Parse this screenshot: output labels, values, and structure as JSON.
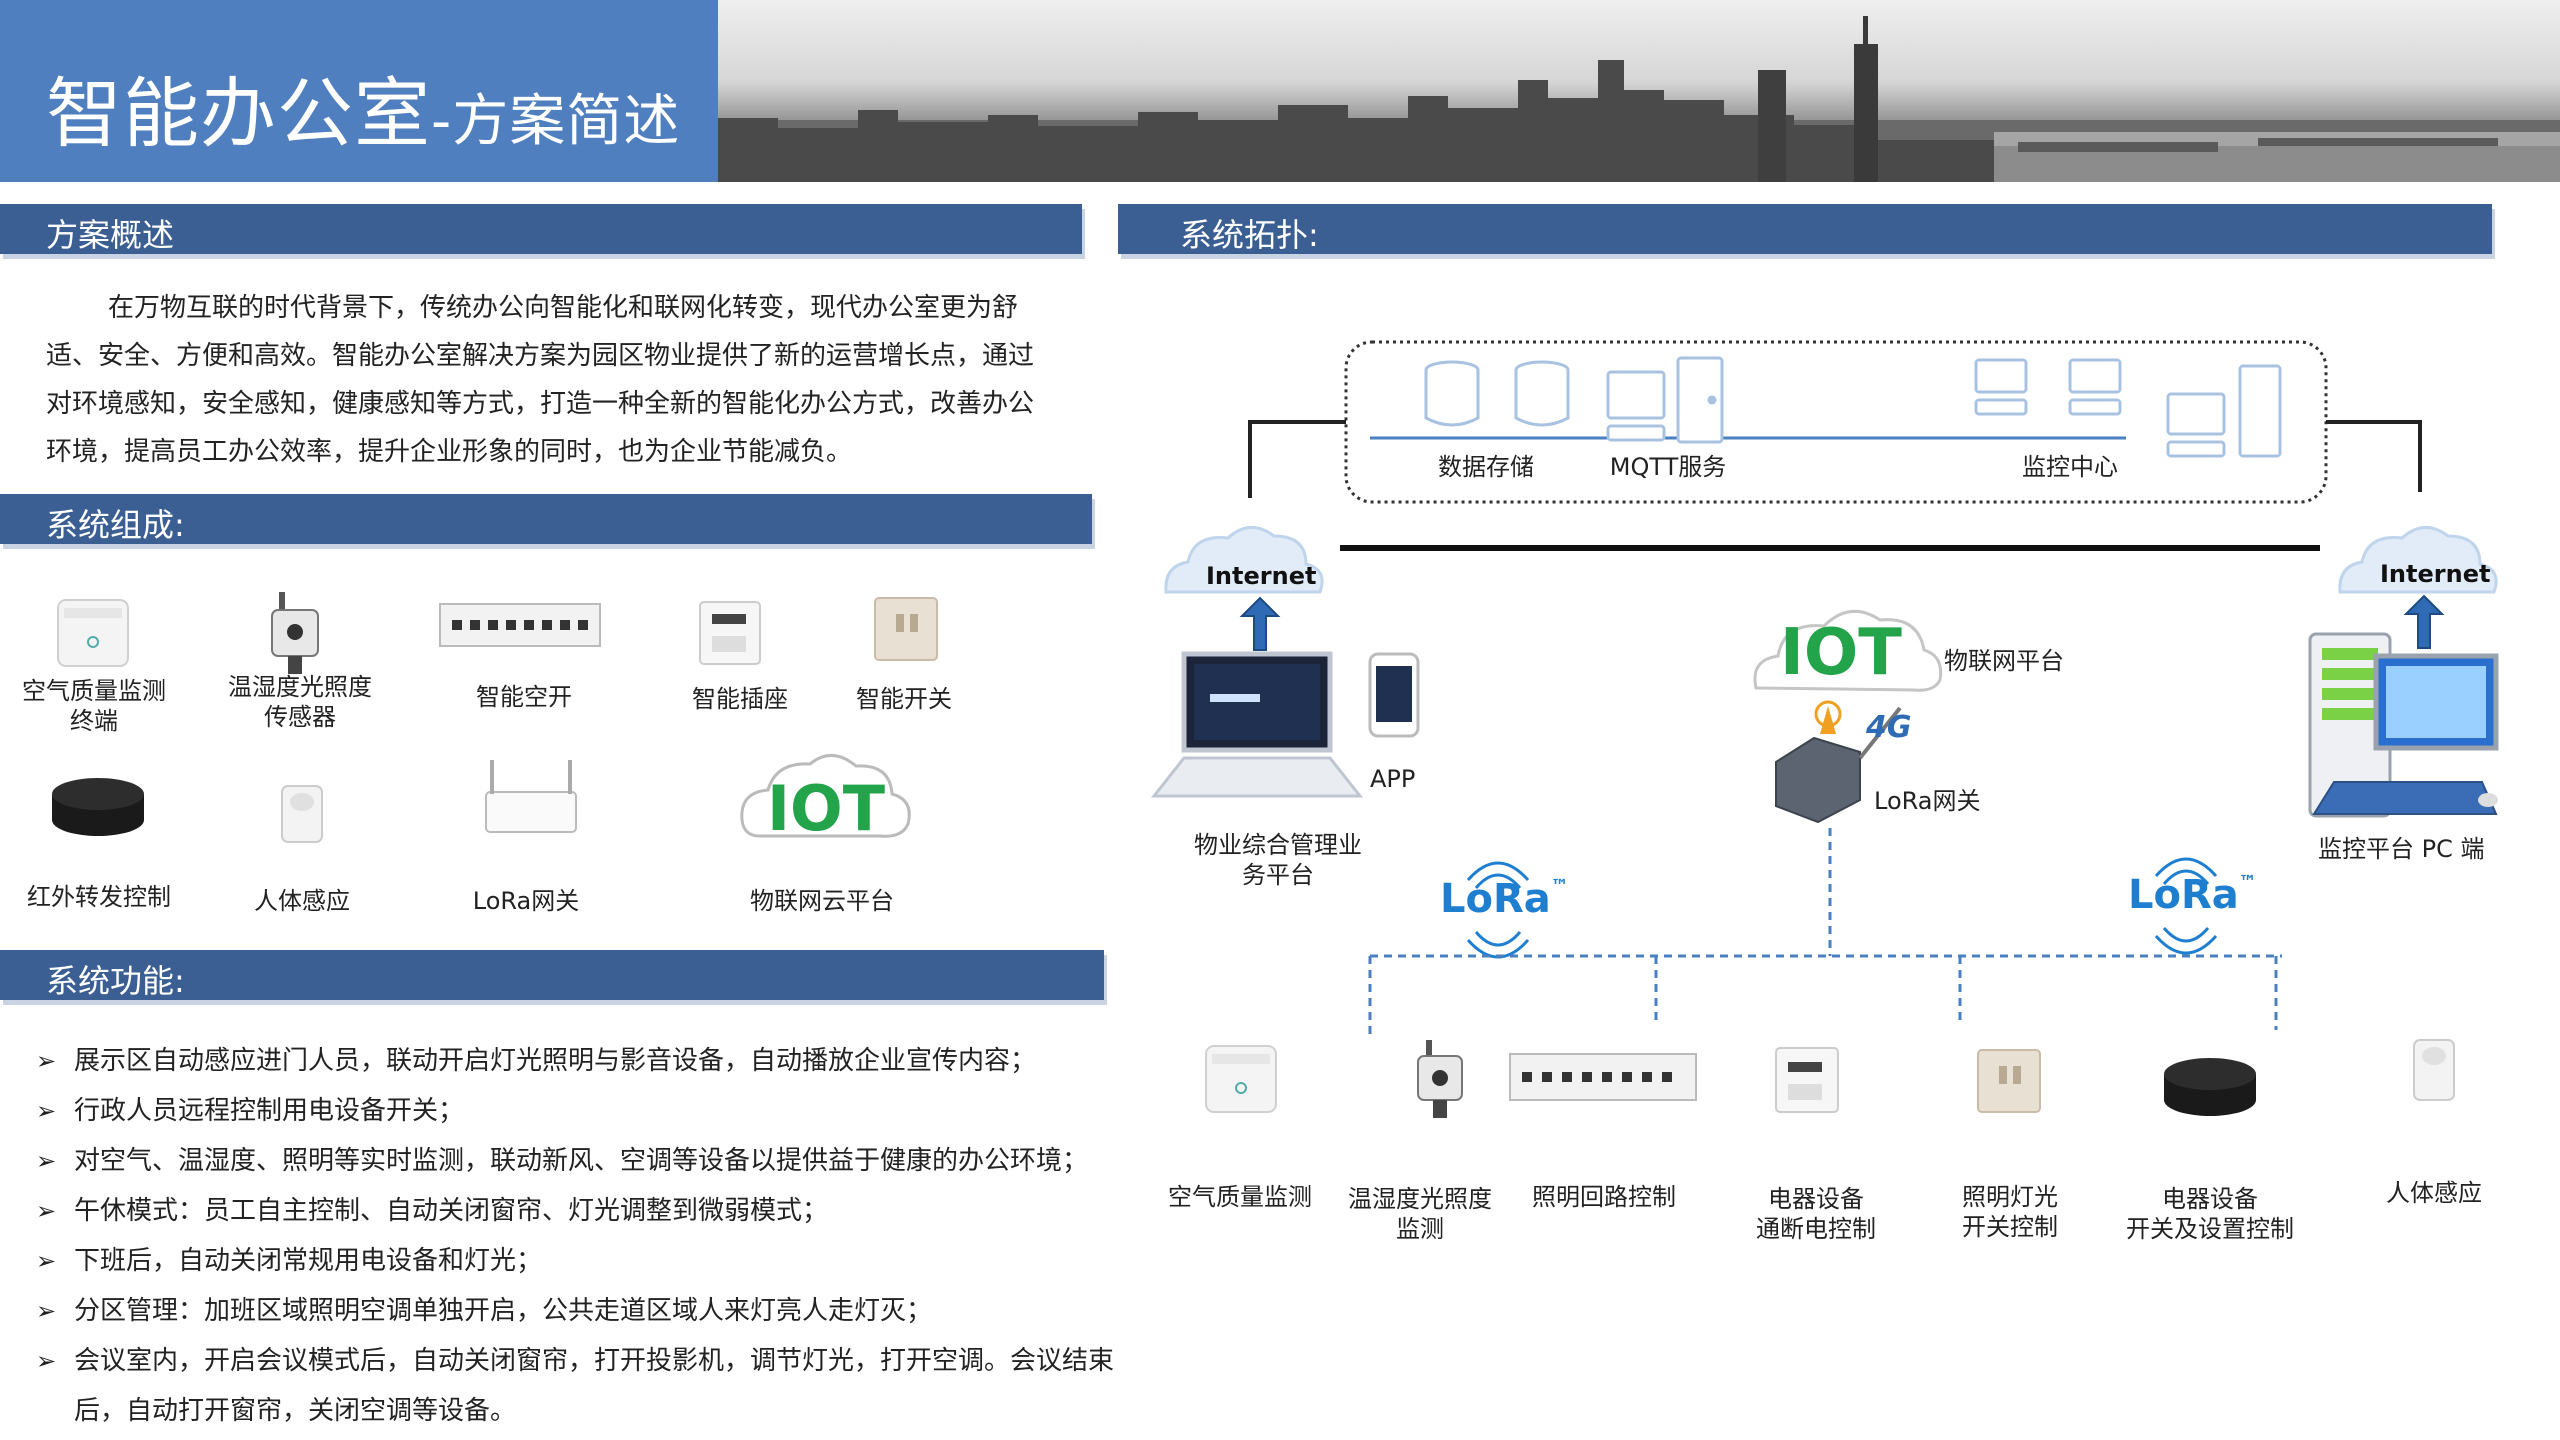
{
  "header": {
    "title_main": "智能办公室",
    "title_sep": "-",
    "title_sub": "方案简述"
  },
  "overview": {
    "heading": "方案概述",
    "text": "在万物互联的时代背景下，传统办公向智能化和联网化转变，现代办公室更为舒适、安全、方便和高效。智能办公室解决方案为园区物业提供了新的运营增长点，通过对环境感知，安全感知，健康感知等方式，打造一种全新的智能化办公方式，改善办公环境，提高员工办公效率，提升企业形象的同时，也为企业节能减负。"
  },
  "composition": {
    "heading": "系统组成:",
    "items": [
      {
        "line1": "空气质量监测",
        "line2": "终端",
        "icon": "air-quality-sensor"
      },
      {
        "line1": "温湿度光照度",
        "line2": "传感器",
        "icon": "temp-humidity-sensor"
      },
      {
        "line1": "智能空开",
        "line2": "",
        "icon": "smart-breaker"
      },
      {
        "line1": "智能插座",
        "line2": "",
        "icon": "smart-socket"
      },
      {
        "line1": "智能开关",
        "line2": "",
        "icon": "smart-switch"
      },
      {
        "line1": "红外转发控制",
        "line2": "",
        "icon": "ir-controller"
      },
      {
        "line1": "人体感应",
        "line2": "",
        "icon": "pir-sensor"
      },
      {
        "line1": "LoRa网关",
        "line2": "",
        "icon": "lora-router"
      },
      {
        "line1": "物联网云平台",
        "line2": "",
        "icon": "iot-cloud"
      }
    ]
  },
  "functions": {
    "heading": "系统功能:",
    "items": [
      "展示区自动感应进门人员，联动开启灯光照明与影音设备，自动播放企业宣传内容；",
      "行政人员远程控制用电设备开关；",
      "对空气、温湿度、照明等实时监测，联动新风、空调等设备以提供益于健康的办公环境；",
      "午休模式：员工自主控制、自动关闭窗帘、灯光调整到微弱模式；",
      "下班后，自动关闭常规用电设备和灯光；",
      "分区管理：加班区域照明空调单独开启，公共走道区域人来灯亮人走灯灭；",
      "会议室内，开启会议模式后，自动关闭窗帘，打开投影机，调节灯光，打开空调。会议结束后，自动打开窗帘，关闭空调等设备。"
    ]
  },
  "topology": {
    "heading": "系统拓扑:",
    "server_labels": {
      "storage": "数据存储",
      "mqtt": "MQTT服务",
      "monitor": "监控中心"
    },
    "internet": "Internet",
    "iot_cloud_text": "IOT",
    "iot_platform": "物联网平台",
    "signal_4g": "4G",
    "lora_gateway": "LoRa网关",
    "app": "APP",
    "property_platform_l1": "物业综合管理业",
    "property_platform_l2": "务平台",
    "pc_platform": "监控平台 PC 端",
    "lora_logo": "LoRa",
    "lora_tm": "™",
    "devices": [
      {
        "line1": "空气质量监测",
        "line2": ""
      },
      {
        "line1": "温湿度光照度",
        "line2": "监测"
      },
      {
        "line1": "照明回路控制",
        "line2": ""
      },
      {
        "line1": "电器设备",
        "line2": "通断电控制"
      },
      {
        "line1": "照明灯光",
        "line2": "开关控制"
      },
      {
        "line1": "电器设备",
        "line2": "开关及设置控制"
      },
      {
        "line1": "人体感应",
        "line2": ""
      }
    ]
  },
  "colors": {
    "header_blue": "#4f7fbf",
    "section_blue": "#3b5f93",
    "iot_green": "#23a34a",
    "lora_blue": "#1e7fd0",
    "line_blue": "#4a7fc0"
  }
}
